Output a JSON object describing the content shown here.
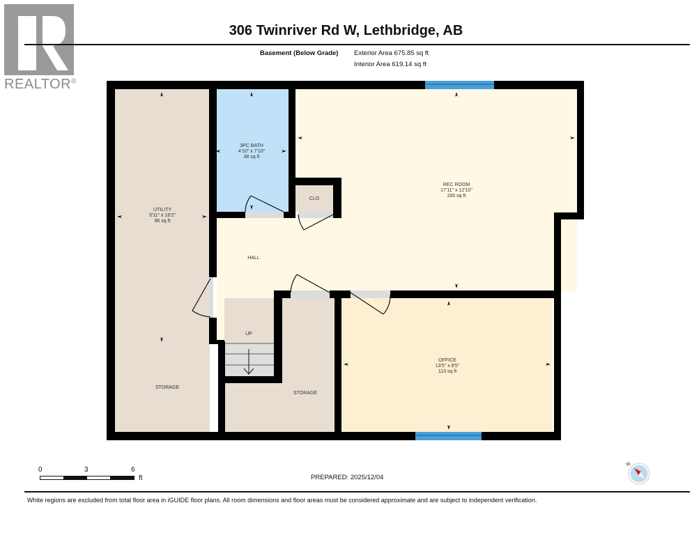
{
  "logo": {
    "brand": "REALTOR",
    "mark": "®",
    "color": "#9a9a9a"
  },
  "header": {
    "title": "306 Twinriver Rd W, Lethbridge, AB",
    "floor_label": "Basement (Below Grade)",
    "exterior_area": "Exterior Area 675.85 sq ft",
    "interior_area": "Interior Area 619.14 sq ft"
  },
  "colors": {
    "wall": "#000000",
    "utility": "#e7ddd1",
    "bath": "#bfe2f8",
    "hall": "#fef8e4",
    "rec_room": "#fef8e4",
    "office": "#fdf0d2",
    "storage": "#e7ddd1",
    "closet": "#e7ddd1",
    "door_opening": "#dcdcdc",
    "stairs": "#dedede",
    "window": "#4a9fd8"
  },
  "rooms": [
    {
      "id": "utility",
      "name": "UTILITY",
      "dims": "5'11\" x 16'2\"",
      "area": "96 sq ft"
    },
    {
      "id": "bath",
      "name": "3PC BATH",
      "dims": "4'10\" x 7'10\"",
      "area": "38 sq ft"
    },
    {
      "id": "closet",
      "name": "CLO"
    },
    {
      "id": "rec",
      "name": "REC ROOM",
      "dims": "17'11\" x 12'10\"",
      "area": "200 sq ft"
    },
    {
      "id": "hall",
      "name": "HALL"
    },
    {
      "id": "stairs",
      "name": "UP"
    },
    {
      "id": "storage_left",
      "name": "STORAGE"
    },
    {
      "id": "storage_mid",
      "name": "STORAGE"
    },
    {
      "id": "office",
      "name": "OFFICE",
      "dims": "13'5\" x 8'5\"",
      "area": "113 sq ft"
    }
  ],
  "scale_bar": {
    "ticks": [
      "0",
      "3",
      "6"
    ],
    "unit": "ft"
  },
  "prepared": "PREPARED: 2025/12/04",
  "compass": {
    "label": "N"
  },
  "disclaimer": "White regions are excluded from total floor area in iGUIDE floor plans. All room dimensions and floor areas must be considered approximate and are subject to independent verification."
}
